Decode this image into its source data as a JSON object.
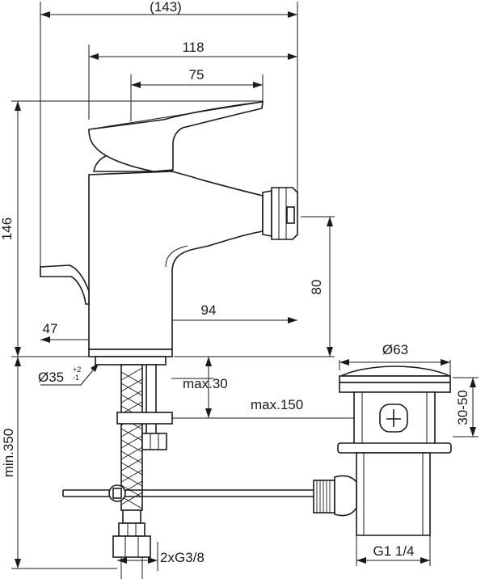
{
  "dimensions": {
    "overall_width": "(143)",
    "body_width": "118",
    "lever_length": "75",
    "total_height": "146",
    "outlet_height": "80",
    "spout_reach": "94",
    "base_offset": "47",
    "hole_diameter": "Ø35",
    "hole_tol_plus": "+2",
    "hole_tol_minus": "-1",
    "deck_thickness": "max.30",
    "rod_reach": "max.150",
    "hose_length": "min.350",
    "connections": "2xG3/8",
    "waste_diameter": "Ø63",
    "waste_adjust": "30-50",
    "waste_thread": "G1 1/4"
  }
}
